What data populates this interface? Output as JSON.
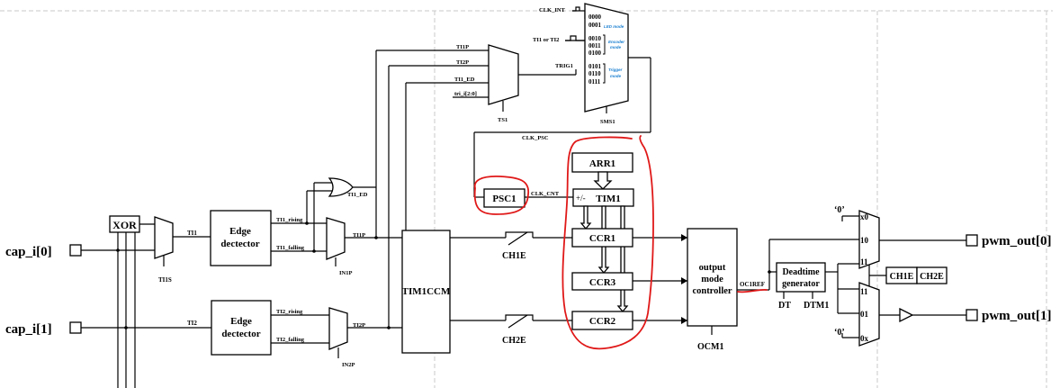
{
  "inputs": {
    "cap0": "cap_i[0]",
    "cap1": "cap_i[1]"
  },
  "outputs": {
    "pwm0": "pwm_out[0]",
    "pwm1": "pwm_out[1]"
  },
  "blocks": {
    "xor": "XOR",
    "edge1_line1": "Edge",
    "edge1_line2": "dectector",
    "edge2_line1": "Edge",
    "edge2_line2": "dectector",
    "ccm": "TIM1CCM",
    "psc": "PSC1",
    "arr": "ARR1",
    "tim": "TIM1",
    "tim_sign": "+/-",
    "ccr1": "CCR1",
    "ccr3": "CCR3",
    "ccr2": "CCR2",
    "omc_line1": "output",
    "omc_line2": "mode",
    "omc_line3": "controller",
    "dt_line1": "Deadtime",
    "dt_line2": "generator",
    "ch1e_box": "CH1E",
    "ch2e_box": "CH2E"
  },
  "signals": {
    "ti1": "TI1",
    "ti2": "TI2",
    "ti1s": "TI1S",
    "ti1_rising": "TI1_rising",
    "ti1_falling": "TI1_falling",
    "ti2_rising": "TI2_rising",
    "ti2_falling": "TI2_falling",
    "ti1_ed": "TI1_ED",
    "in1p": "IN1P",
    "in2p": "IN2P",
    "ti1p": "TI1P",
    "ti2p": "TI2P",
    "ch1e": "CH1E",
    "ch2e": "CH2E",
    "clk_cnt": "CLK_CNT",
    "clk_psc": "CLK_PSC",
    "oc1ref": "OC1REF",
    "ocm1": "OCM1",
    "dt": "DT",
    "dtm1": "DTM1",
    "ts_ti1p": "TI1P",
    "ts_ti2p": "TI2P",
    "ts_ti1ed": "TI1_ED",
    "ts_tri": "tri_i[2:0]",
    "ts": "TS1",
    "sms": "SMS1",
    "clk_int": "CLK_INT",
    "ti1_or_ti2": "TI1 or TI2",
    "trig1": "TRIG1"
  },
  "sms_codes": [
    "0000",
    "0001",
    "0010",
    "0011",
    "0100",
    "0101",
    "0110",
    "0111"
  ],
  "sms_modes": {
    "led": "LED mode",
    "encoder_1": "Encoder",
    "encoder_2": "mode",
    "trigger_1": "Trigger",
    "trigger_2": "mode"
  },
  "mux_top": {
    "x0": "x0",
    "s10": "10",
    "s11": "11",
    "zero": "‘0’"
  },
  "mux_bot": {
    "s11": "11",
    "s01": "01",
    "s0x": "0x",
    "zero": "‘0’"
  }
}
